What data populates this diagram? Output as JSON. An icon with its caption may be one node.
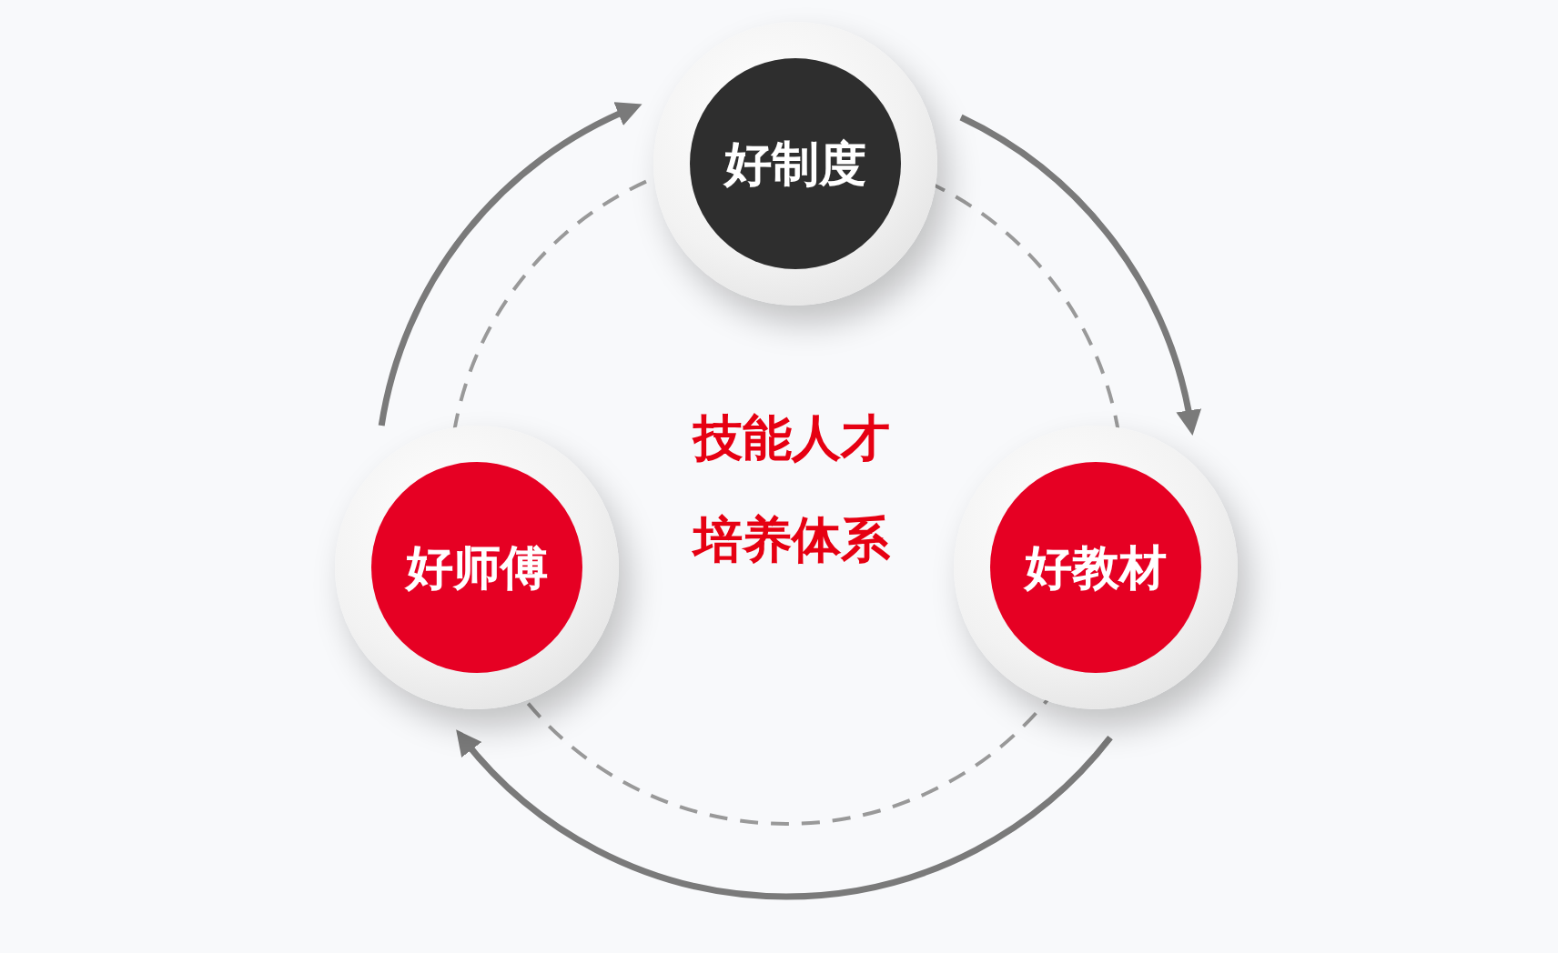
{
  "diagram": {
    "nodes": [
      {
        "text": [
          "好制度"
        ]
      },
      {
        "text": [
          "好教材"
        ]
      },
      {
        "text": [
          "好师傅"
        ]
      }
    ],
    "edges": [
      {
        "from": 0,
        "to": 1,
        "arrow": "to"
      },
      {
        "from": 1,
        "to": 2,
        "arrow": "to"
      },
      {
        "from": 2,
        "to": 0,
        "arrow": "to"
      }
    ],
    "labels": [
      "技能人才培养体系"
    ]
  }
}
